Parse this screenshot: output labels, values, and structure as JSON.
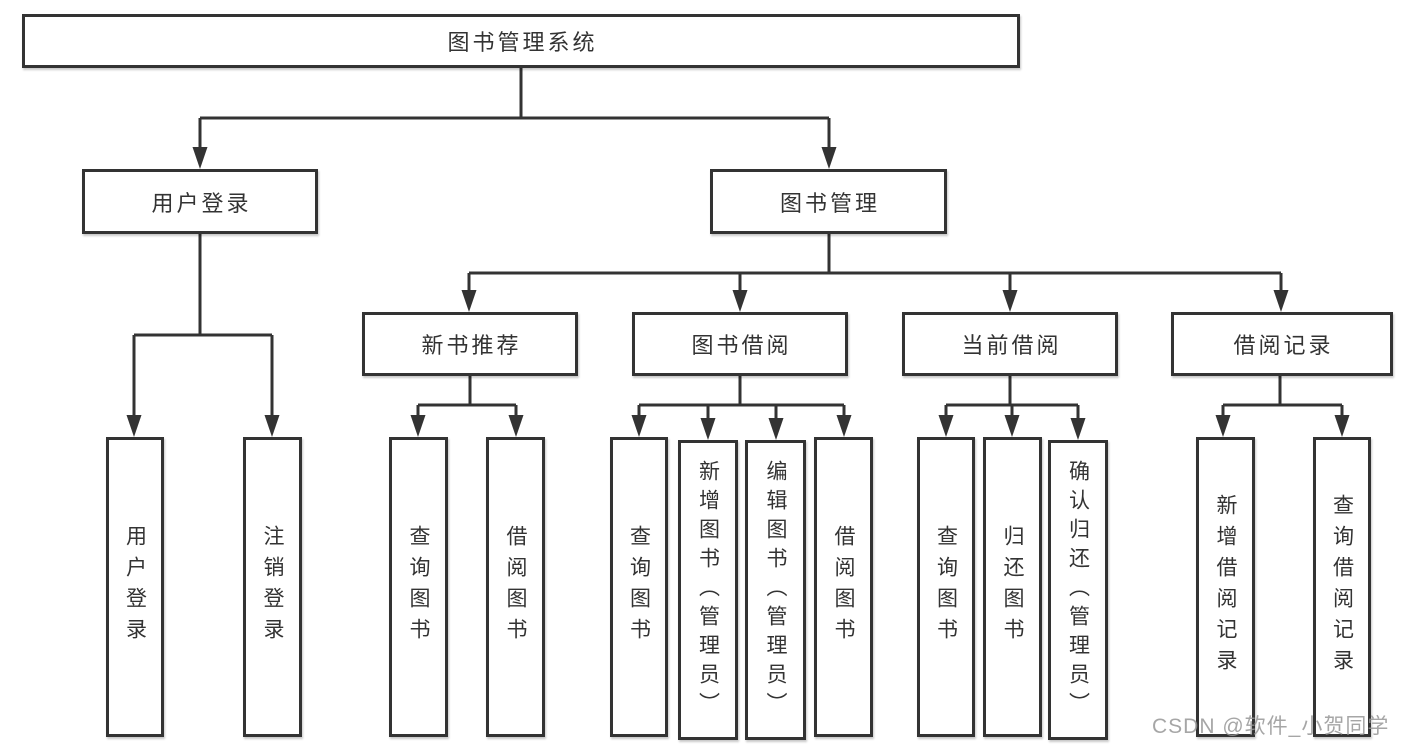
{
  "diagram": {
    "title": "图书管理系统",
    "level2": {
      "login": "用户登录",
      "manage": "图书管理"
    },
    "level3": {
      "recommend": "新书推荐",
      "borrow": "图书借阅",
      "current": "当前借阅",
      "records": "借阅记录"
    },
    "leaves": {
      "login": [
        "用户登录",
        "注销登录"
      ],
      "recommend": [
        "查询图书",
        "借阅图书"
      ],
      "borrow": [
        "查询图书",
        "新增图书（管理员）",
        "编辑图书（管理员）",
        "借阅图书"
      ],
      "current": [
        "查询图书",
        "归还图书",
        "确认归还（管理员）"
      ],
      "records": [
        "新增借阅记录",
        "查询借阅记录"
      ]
    }
  },
  "watermark": {
    "text": "CSDN @软件_小贺同学"
  },
  "colors": {
    "line": "#333333",
    "text": "#333333",
    "background": "#ffffff",
    "watermark": "#969696"
  }
}
